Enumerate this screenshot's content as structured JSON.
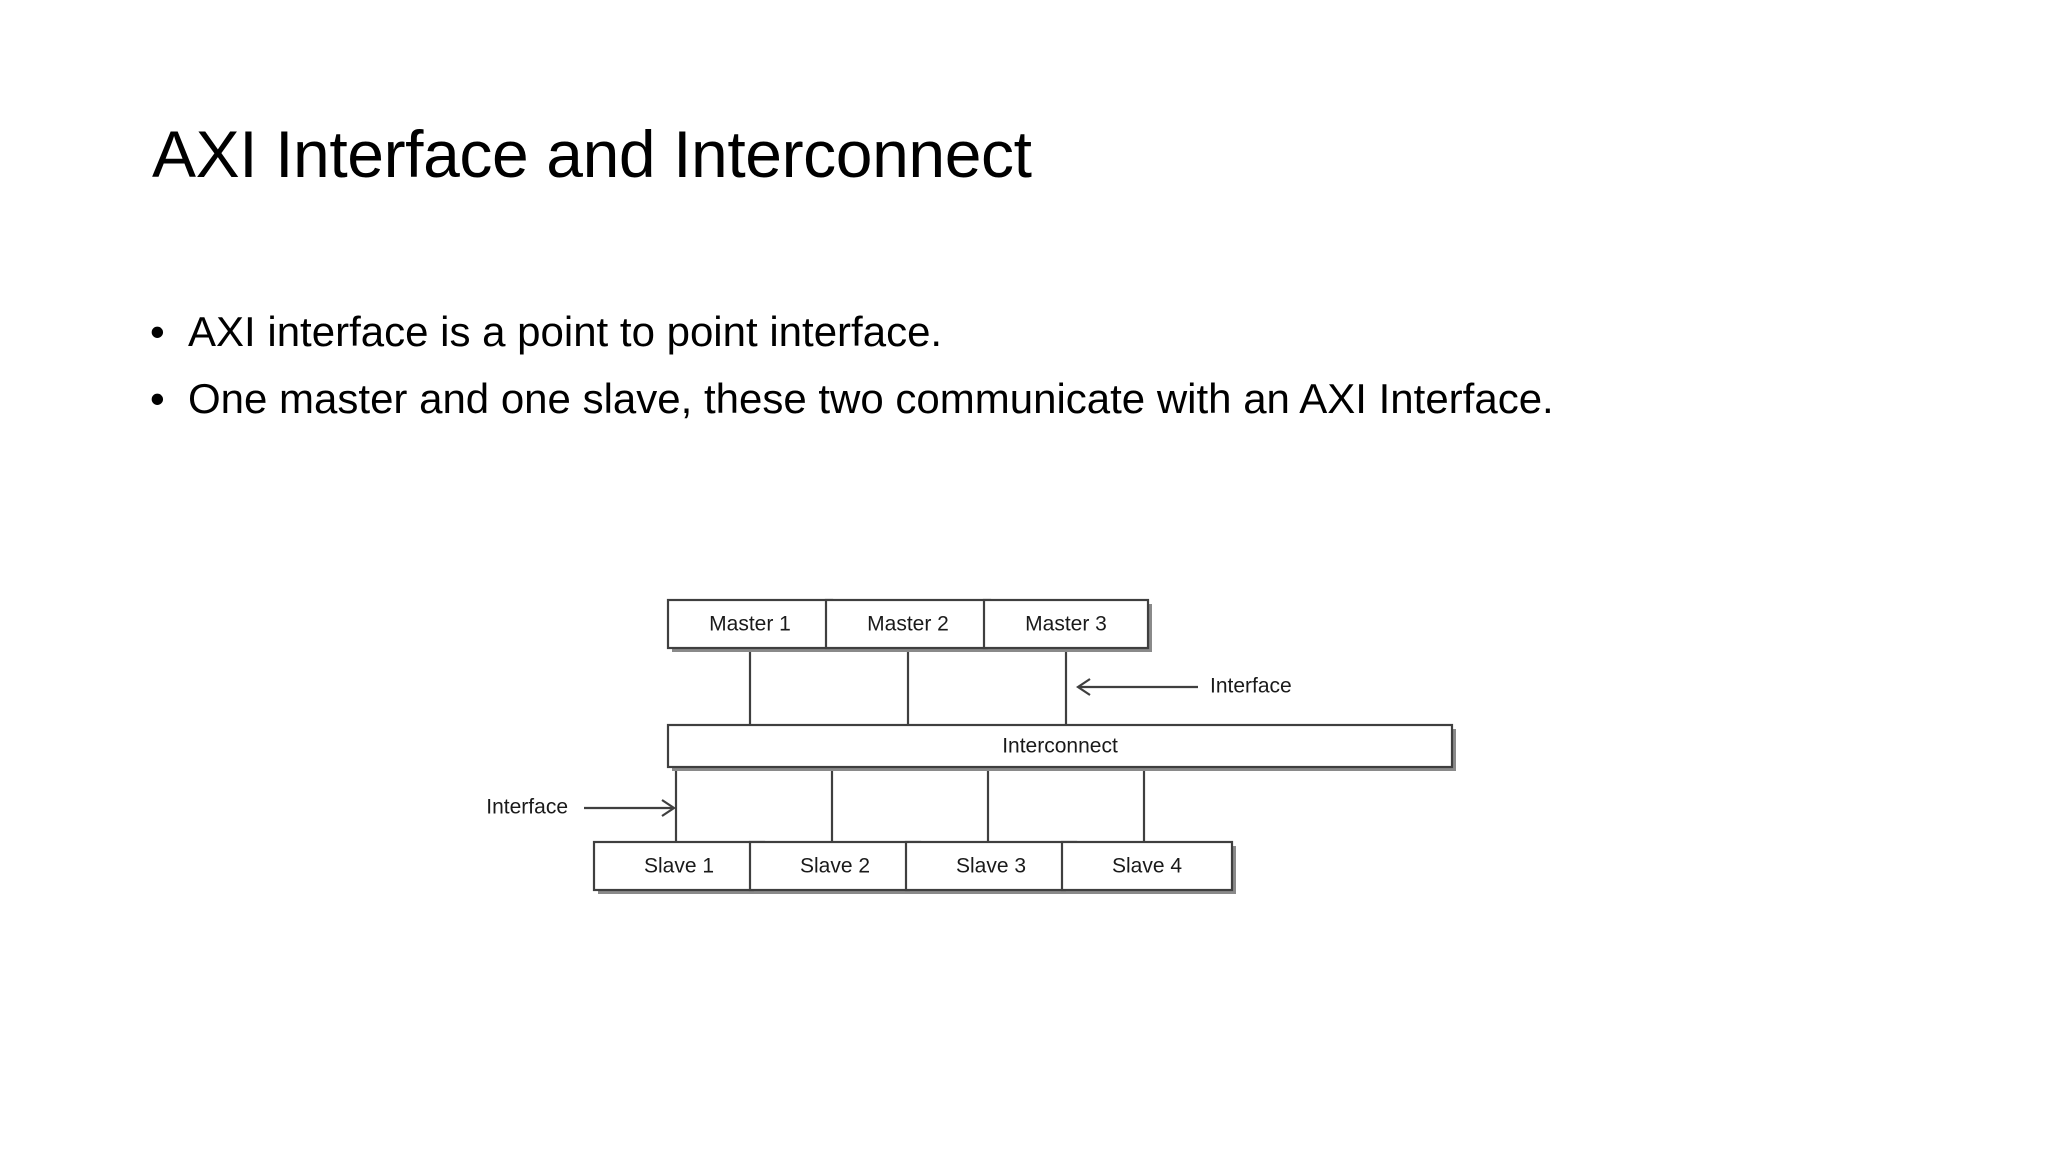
{
  "slide": {
    "title": "AXI Interface and Interconnect",
    "background_color": "#FFFFFF",
    "text_color": "#000000",
    "bullets": [
      {
        "marker": "•",
        "text": "AXI interface is a point to point interface."
      },
      {
        "marker": "•",
        "text": "One master and one slave, these two communicate with an AXI Interface."
      }
    ]
  },
  "diagram": {
    "name": "axi-interconnect-diagram",
    "line_color": "#3F3F3F",
    "box_fill": "#FFFFFF",
    "masters": [
      {
        "label": "Master 1"
      },
      {
        "label": "Master 2"
      },
      {
        "label": "Master 3"
      }
    ],
    "interconnect": {
      "label": "Interconnect"
    },
    "slaves": [
      {
        "label": "Slave 1"
      },
      {
        "label": "Slave 2"
      },
      {
        "label": "Slave 3"
      },
      {
        "label": "Slave 4"
      }
    ],
    "annotations": [
      {
        "label": "Interface",
        "arrow": "left",
        "position": "upper-right"
      },
      {
        "label": "Interface",
        "arrow": "right",
        "position": "lower-left"
      }
    ]
  }
}
